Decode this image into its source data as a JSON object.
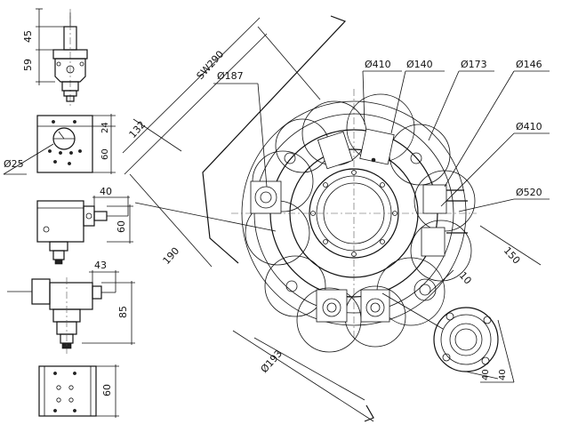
{
  "side_view_1": {
    "dim_top": "45",
    "dim_bottom": "59"
  },
  "front_view": {
    "dim_diameter": "Ø25",
    "dim_top": "24",
    "dim_height": "60"
  },
  "radial_tool_1": {
    "dim_width": "40",
    "dim_height": "60"
  },
  "radial_tool_2": {
    "dim_width": "43",
    "dim_height": "85"
  },
  "base_block": {
    "dim_height": "60"
  },
  "turret": {
    "dim_across_flats": "SW290",
    "dim_offset": "132",
    "dim_190": "190",
    "dim_d187": "Ø187",
    "dim_d410_top": "Ø410",
    "dim_d140": "Ø140",
    "dim_d173": "Ø173",
    "dim_d146": "Ø146",
    "dim_d410_right": "Ø410",
    "dim_d520": "Ø520",
    "dim_d193": "Ø193",
    "dim_150": "150",
    "dim_10": "10",
    "dim_40a": "40",
    "dim_40b": "40"
  }
}
